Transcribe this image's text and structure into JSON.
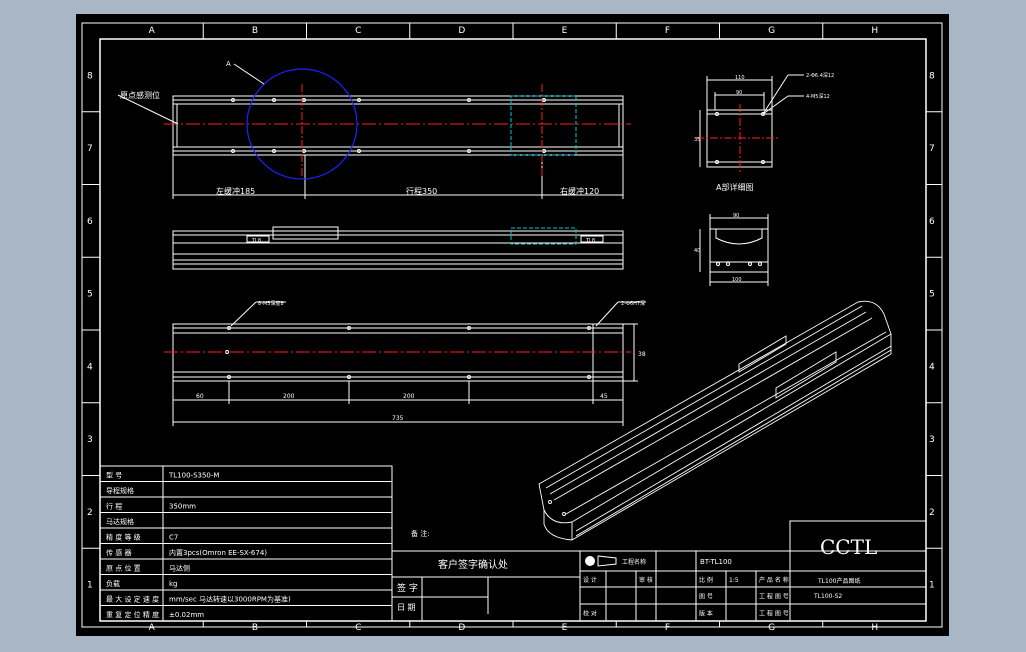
{
  "grid": {
    "columns": [
      "A",
      "B",
      "C",
      "D",
      "E",
      "F",
      "G",
      "H"
    ],
    "rows": [
      "8",
      "7",
      "6",
      "5",
      "4",
      "3",
      "2",
      "1"
    ]
  },
  "views": {
    "top": {
      "detail_label": "A",
      "zero_label": "原点感测位",
      "dims": [
        "左缓冲185",
        "行程350",
        "右缓冲120"
      ]
    },
    "front": {
      "tags": [
        "TL8",
        "TL8"
      ]
    },
    "bottom": {
      "hole_note": "8-M5深度8",
      "end_note": "2-Φ6H7深",
      "dims": [
        "60",
        "200",
        "200",
        "45"
      ],
      "total": "735",
      "height": "38"
    },
    "section_a": {
      "notes": [
        "2-Φ6.4深12",
        "4-M5深12"
      ],
      "width": "110",
      "inner": "90",
      "height": "35",
      "caption": "A部详细图"
    },
    "end_view": {
      "top": "90",
      "bottom": "100",
      "height": "40"
    }
  },
  "spec_table": {
    "rows": [
      {
        "label": "型 号",
        "value": "TL100-S350-M"
      },
      {
        "label": "导程规格",
        "value": ""
      },
      {
        "label": "行 程",
        "value": "350mm"
      },
      {
        "label": "马达规格",
        "value": ""
      },
      {
        "label": "精 度 等 级",
        "value": "C7"
      },
      {
        "label": "传 感 器",
        "value": "内置3pcs(Omron EE-SX-674)"
      },
      {
        "label": "原 点 位 置",
        "value": "马达侧"
      },
      {
        "label": "负载",
        "value": "kg"
      },
      {
        "label": "最 大 设 定 速 度",
        "value": "mm/sec 马达转速以3000RPM为基准)"
      },
      {
        "label": "重 复 定 位 精 度",
        "value": "±0.02mm"
      }
    ]
  },
  "remarks_label": "备 注:",
  "customer": {
    "title": "客户签字确认处",
    "sign": "签 字",
    "date": "日 期"
  },
  "title_block": {
    "company": "CCTL",
    "project_label": "工程名称",
    "project_value": "BT-TL100",
    "rows": [
      [
        "设 计",
        "",
        "审 核",
        "",
        "比 例",
        "1:5",
        "产 品 名 称",
        "TL100产品图纸"
      ],
      [
        "",
        "",
        "",
        "",
        "图 号",
        "",
        "工 程 图 号",
        ""
      ],
      [
        "校 对",
        "",
        "",
        "",
        "版 本",
        "",
        "工 程 图 号",
        ""
      ]
    ],
    "drawing_no": "TL100-S2",
    "product": "TL100产品图纸"
  },
  "colors": {
    "frame": "#ffffff",
    "center": "#ff2020",
    "hidden": "#00c8d8",
    "circle": "#2020ff"
  }
}
